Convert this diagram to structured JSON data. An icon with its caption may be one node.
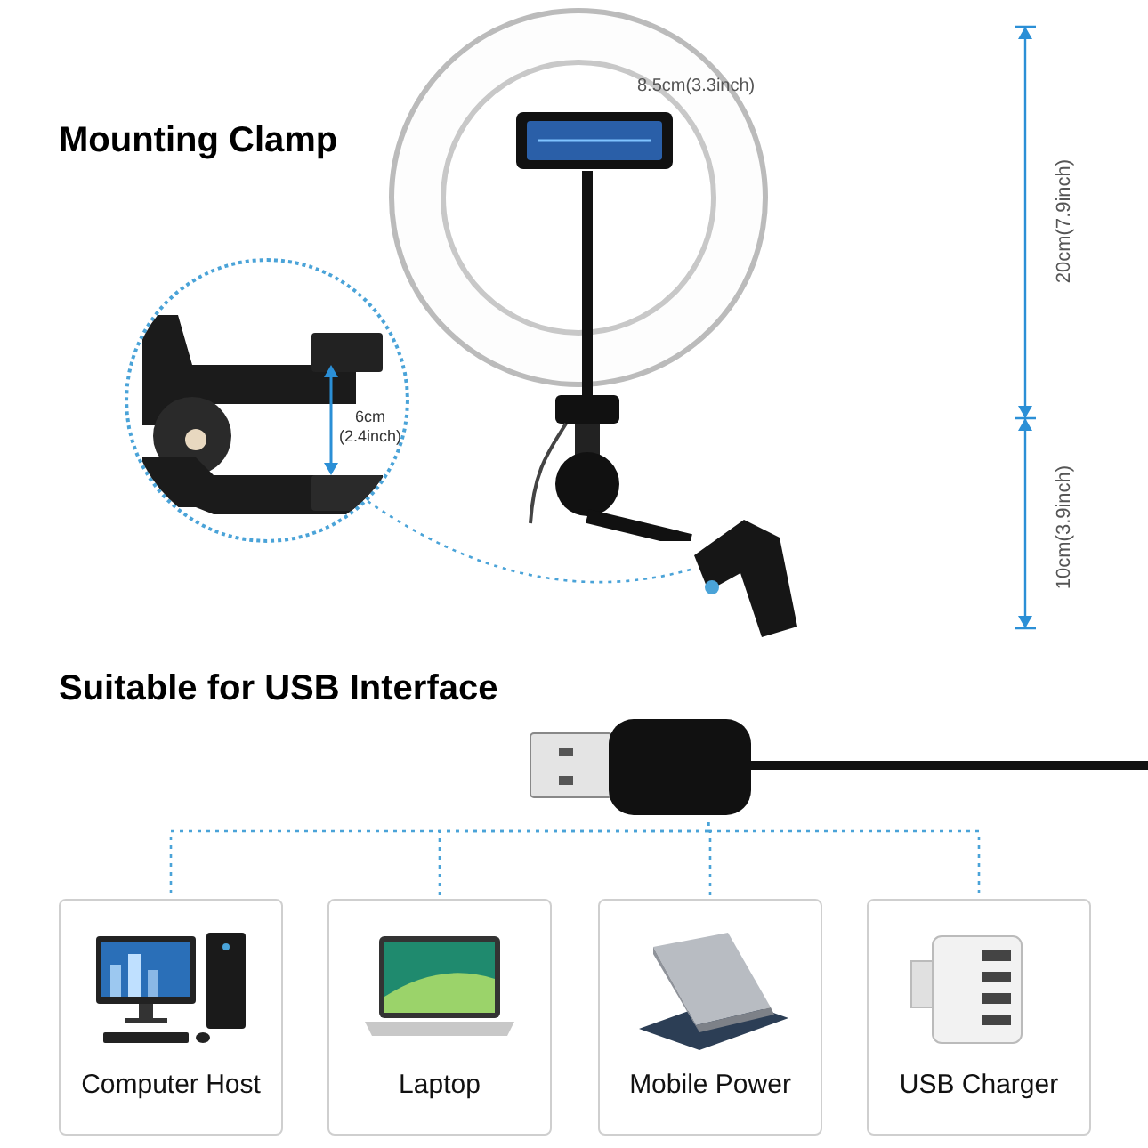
{
  "diagram": {
    "nodes": [
      {
        "text": [],
        "shape": "picture"
      },
      {
        "text": [],
        "shape": "picture"
      },
      {
        "text": [],
        "shape": "picture"
      },
      {
        "text": [
          "Computer Host"
        ]
      },
      {
        "text": [
          "Laptop"
        ]
      },
      {
        "text": [
          "Mobile Power"
        ]
      },
      {
        "text": [
          "USB Charger"
        ]
      }
    ],
    "edges": [
      {
        "from": 0,
        "to": 1,
        "arrow": "none",
        "style": "dashed"
      },
      {
        "from": 2,
        "to": 3,
        "arrow": "none",
        "style": "dashed"
      },
      {
        "from": 2,
        "to": 4,
        "arrow": "none",
        "style": "dashed"
      },
      {
        "from": 2,
        "to": 5,
        "arrow": "none",
        "style": "dashed"
      },
      {
        "from": 2,
        "to": 6,
        "arrow": "none",
        "style": "dashed"
      }
    ],
    "labels": [
      "Mounting Clamp",
      "8.5cm(3.3inch)",
      "20cm(7.9inch)",
      "6cm (2.4inch)",
      "10cm(3.9inch)",
      "Suitable for USB Interface"
    ]
  }
}
